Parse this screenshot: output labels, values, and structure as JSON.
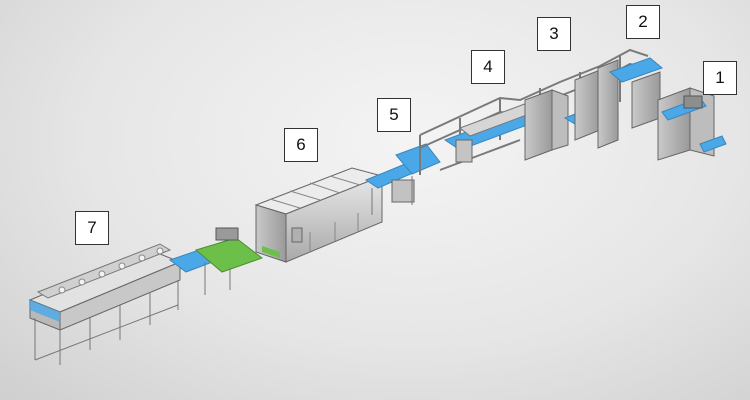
{
  "stations": [
    {
      "label": "1"
    },
    {
      "label": "2"
    },
    {
      "label": "3"
    },
    {
      "label": "4"
    },
    {
      "label": "5"
    },
    {
      "label": "6"
    },
    {
      "label": "7"
    }
  ],
  "colors": {
    "frame": "#8a8a8a",
    "panel": "#d9d9d9",
    "belt_blue": "#4aa8e8",
    "belt_green": "#6cc04a",
    "outline": "#555555"
  }
}
